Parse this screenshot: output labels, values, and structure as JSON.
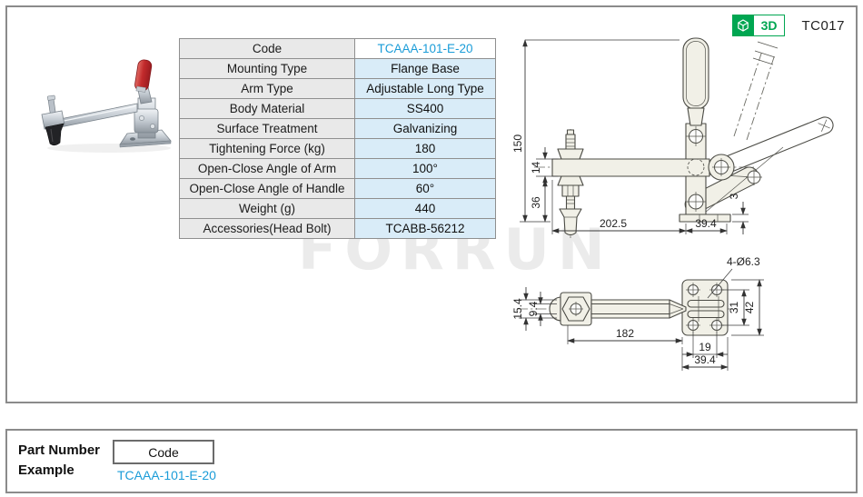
{
  "header": {
    "badge_3d": "3D",
    "model_code": "TC017"
  },
  "spec_table": {
    "rows": [
      {
        "label": "Code",
        "value": "TCAAA-101-E-20"
      },
      {
        "label": "Mounting Type",
        "value": "Flange Base"
      },
      {
        "label": "Arm Type",
        "value": "Adjustable Long Type"
      },
      {
        "label": "Body Material",
        "value": "SS400"
      },
      {
        "label": "Surface Treatment",
        "value": "Galvanizing"
      },
      {
        "label": "Tightening Force (kg)",
        "value": "180"
      },
      {
        "label": "Open-Close Angle of Arm",
        "value": "100°"
      },
      {
        "label": "Open-Close Angle of Handle",
        "value": "60°"
      },
      {
        "label": "Weight (g)",
        "value": "440"
      },
      {
        "label": "Accessories(Head Bolt)",
        "value": "TCABB-56212"
      }
    ]
  },
  "drawings": {
    "side": {
      "height": "150",
      "arm_thk": "14",
      "spindle": "36",
      "reach": "202.5",
      "base_w": "39.4",
      "plate_t": "3"
    },
    "top": {
      "outer": "15.4",
      "inner": "9.4",
      "length": "182",
      "holes": "4-Ø6.3",
      "pitch_v": "31",
      "plate_l": "42",
      "pitch_h": "19",
      "plate_w": "39.4"
    }
  },
  "watermark": {
    "text": "FORRUN"
  },
  "part_example": {
    "title_line1": "Part Number",
    "title_line2": "Example",
    "code_label": "Code",
    "code_value": "TCAAA-101-E-20"
  },
  "colors": {
    "accent_blue": "#1a9cd8",
    "brand_green": "#00a651",
    "value_cell": "#d9ecf8",
    "label_cell": "#e9e9e9"
  }
}
